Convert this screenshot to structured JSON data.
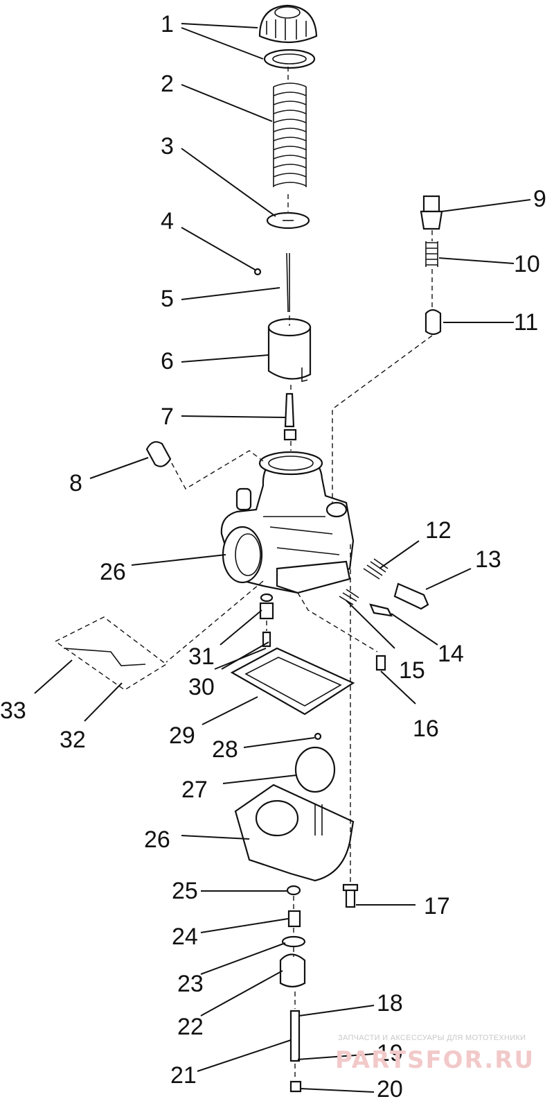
{
  "parts": [
    {
      "id": "1",
      "label": "1"
    },
    {
      "id": "2",
      "label": "2"
    },
    {
      "id": "3",
      "label": "3"
    },
    {
      "id": "4",
      "label": "4"
    },
    {
      "id": "5",
      "label": "5"
    },
    {
      "id": "6",
      "label": "6"
    },
    {
      "id": "7",
      "label": "7"
    },
    {
      "id": "8",
      "label": "8"
    },
    {
      "id": "9",
      "label": "9"
    },
    {
      "id": "10",
      "label": "10"
    },
    {
      "id": "11",
      "label": "11"
    },
    {
      "id": "12",
      "label": "12"
    },
    {
      "id": "13",
      "label": "13"
    },
    {
      "id": "14",
      "label": "14"
    },
    {
      "id": "15",
      "label": "15"
    },
    {
      "id": "16",
      "label": "16"
    },
    {
      "id": "17",
      "label": "17"
    },
    {
      "id": "18",
      "label": "18"
    },
    {
      "id": "19",
      "label": "19"
    },
    {
      "id": "20",
      "label": "20"
    },
    {
      "id": "21",
      "label": "21"
    },
    {
      "id": "22",
      "label": "22"
    },
    {
      "id": "23",
      "label": "23"
    },
    {
      "id": "24",
      "label": "24"
    },
    {
      "id": "25",
      "label": "25"
    },
    {
      "id": "26a",
      "label": "26"
    },
    {
      "id": "26b",
      "label": "26"
    },
    {
      "id": "27",
      "label": "27"
    },
    {
      "id": "28",
      "label": "28"
    },
    {
      "id": "29",
      "label": "29"
    },
    {
      "id": "30",
      "label": "30"
    },
    {
      "id": "31",
      "label": "31"
    },
    {
      "id": "32",
      "label": "32"
    },
    {
      "id": "33",
      "label": "33"
    }
  ],
  "watermark": {
    "caption": "ЗАПЧАСТИ И АКСЕССУАРЫ ДЛЯ МОТОТЕХНИКИ",
    "logo": "PARTSFOR.RU"
  }
}
